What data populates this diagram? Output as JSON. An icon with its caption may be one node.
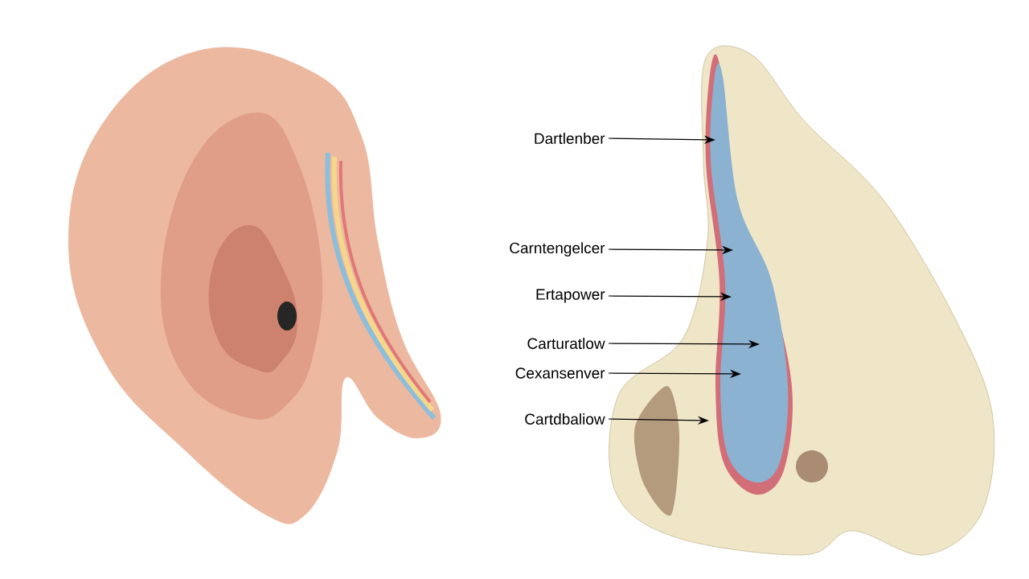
{
  "diagram": {
    "nodes": [
      {
        "text": [
          "Dartlenber"
        ]
      },
      {
        "text": [
          "Carntengelcer"
        ]
      },
      {
        "text": [
          "Ertapower"
        ]
      },
      {
        "text": [
          "Carturatlow"
        ]
      },
      {
        "text": [
          "Cexansenver"
        ]
      },
      {
        "text": [
          "Cartdbaliow"
        ]
      }
    ],
    "edges": [
      {
        "from": 0,
        "to": null,
        "arrow": "to"
      },
      {
        "from": 1,
        "to": null,
        "arrow": "to"
      },
      {
        "from": 2,
        "to": null,
        "arrow": "to"
      },
      {
        "from": 3,
        "to": null,
        "arrow": "to"
      },
      {
        "from": 4,
        "to": null,
        "arrow": "to"
      },
      {
        "from": 5,
        "to": null,
        "arrow": "to"
      }
    ]
  }
}
